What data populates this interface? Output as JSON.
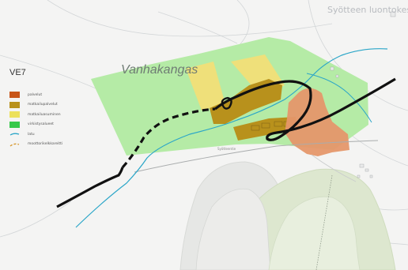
{
  "map": {
    "place_labels": [
      "Syötteen luontokeskus"
    ],
    "area_label": "Vanhakangas",
    "road_label": "Syötteentie",
    "plot_labels": [
      "",
      "",
      "",
      ""
    ]
  },
  "legend": {
    "title": "VE7",
    "items": [
      {
        "label": "palvelut",
        "color": "#c8561a",
        "kind": "box"
      },
      {
        "label": "matkailupalvelut",
        "color": "#b8911c",
        "kind": "box"
      },
      {
        "label": "matkailuasuminen",
        "color": "#ece15c",
        "kind": "box"
      },
      {
        "label": "virkistysalueet",
        "color": "#37c94a",
        "kind": "box"
      },
      {
        "label": "latu",
        "color": "#2ba6c8",
        "kind": "line"
      },
      {
        "label": "moottorikelkkareitti",
        "color": "#d6962a",
        "kind": "dash"
      }
    ]
  },
  "colors": {
    "green_zone": "#b5eba6",
    "orange_zone": "#e5976a",
    "yellow_zone": "#efe07a",
    "brown_zone": "#b8911c",
    "main_road": "#111111",
    "ski_trail": "#2ba6c8"
  }
}
